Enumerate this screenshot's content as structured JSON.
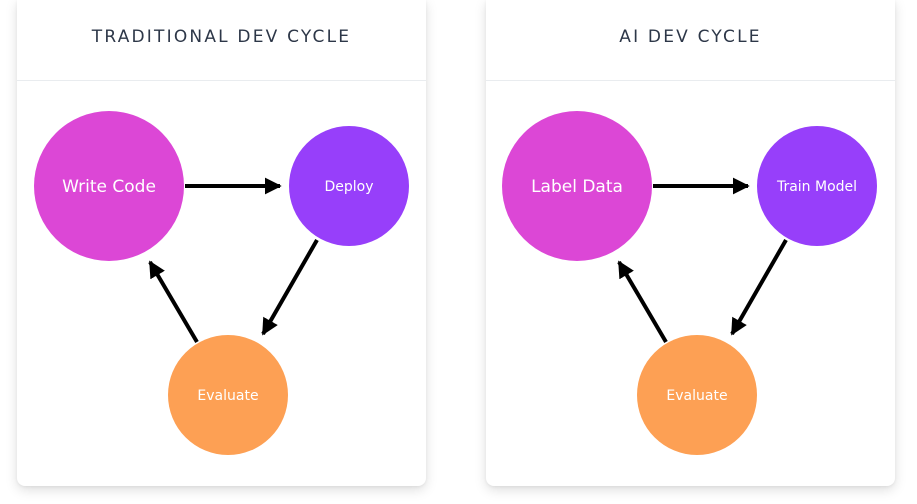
{
  "colors": {
    "magenta": "#dc47d6",
    "purple": "#973ffa",
    "orange": "#fda054",
    "arrow": "#000000",
    "title_text": "#2d3748"
  },
  "panels": [
    {
      "title": "TRADITIONAL DEV CYCLE",
      "nodes": {
        "start": "Write Code",
        "deploy": "Deploy",
        "evaluate": "Evaluate"
      }
    },
    {
      "title": "AI DEV CYCLE",
      "nodes": {
        "start": "Label Data",
        "deploy": "Train Model",
        "evaluate": "Evaluate"
      }
    }
  ]
}
